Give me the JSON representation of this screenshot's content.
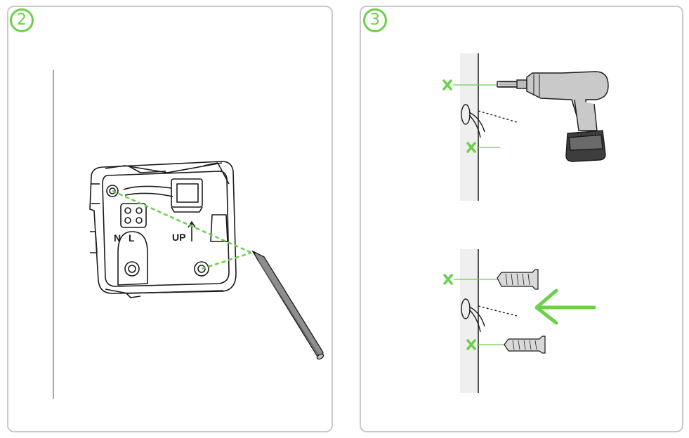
{
  "steps": [
    {
      "number": "2"
    },
    {
      "number": "3"
    }
  ],
  "terminal_labels": {
    "neutral": "N",
    "live": "L"
  },
  "orientation_label": "UP",
  "colors": {
    "accent_green": "#6bd04a",
    "outline": "#1a1a1a",
    "panel_border": "#c9c9c9",
    "wall": "#efefef"
  },
  "icons": [
    "wall-mount-plate",
    "pencil-icon",
    "drill-icon",
    "wall-plug-icon",
    "arrow-left-icon",
    "drill-mark-x-icon",
    "cable-icon"
  ]
}
